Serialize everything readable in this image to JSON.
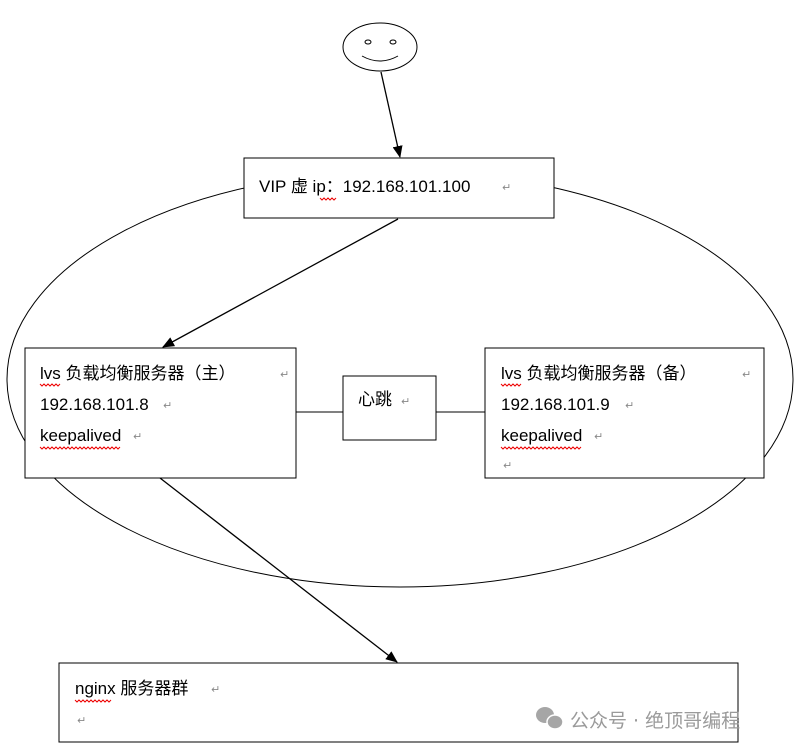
{
  "vip": {
    "label": "VIP 虚 ip：192.168.101.100"
  },
  "master": {
    "title": "lvs 负载均衡服务器（主）",
    "ip": "192.168.101.8",
    "software": "keepalived"
  },
  "heartbeat": {
    "label": "心跳"
  },
  "backup": {
    "title": "lvs 负载均衡服务器（备）",
    "ip": "192.168.101.9",
    "software": "keepalived"
  },
  "nginx": {
    "label": "nginx 服务器群"
  },
  "para_mark": "↵",
  "watermark": {
    "text": "公众号 · 绝顶哥编程",
    "icon": "wechat-icon"
  }
}
